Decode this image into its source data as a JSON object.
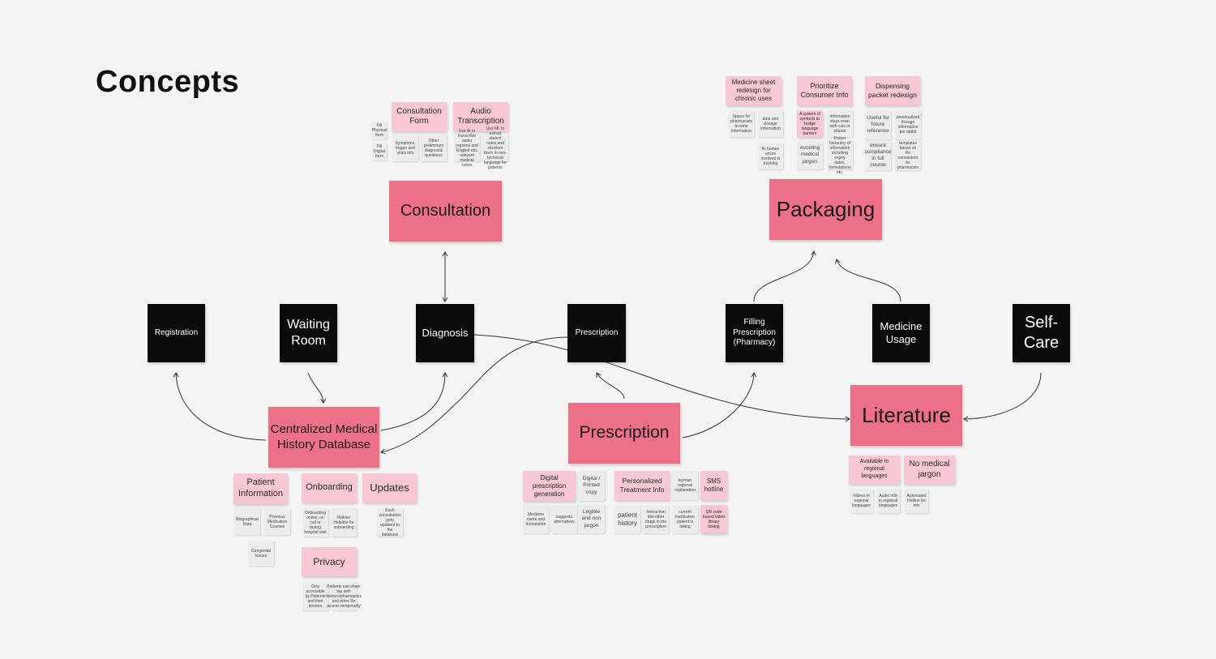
{
  "title": "Concepts",
  "colors": {
    "background": "#f4f4f4",
    "stage_note": "#0b0b0b",
    "concept_note": "#ec7188",
    "feature_note": "#f7c8d3",
    "detail_note": "#ececec",
    "arrow": "#333333"
  },
  "stages": {
    "registration": "Registration",
    "waiting_room": "Waiting Room",
    "diagnosis": "Diagnosis",
    "prescription": "Prescription",
    "filling": "Filling Prescription (Pharmacy)",
    "medicine_usage": "Medicine Usage",
    "self_care": "Self-Care"
  },
  "concepts": {
    "consultation": "Consultation",
    "packaging": "Packaging",
    "database": "Centralized Medical History Database",
    "prescription": "Prescription",
    "literature": "Literature"
  },
  "consultation_group": {
    "form": "Consultation Form",
    "audio": "Audio Transcription",
    "fill_physical": "Fill Physical form",
    "fill_digital": "Fill Digital form",
    "symptoms": "Symptoms, trigger and vitals info",
    "other_questions": "Other preliminary diagnostic questions",
    "audio_note_1": "Use AI to transcribe audio regional and English doc relevant medical notes",
    "audio_note_2": "Use ML to extract dialect notes and structure them in non-technical language for patients"
  },
  "packaging_group": {
    "medicine_sheet": "Medicine sheet redesign for chronic uses",
    "prioritize": "Prioritize Consumer Info",
    "dispensing": "Dispensing packet redesign",
    "space_pharmacists": "Space for pharmacists to write information",
    "date_dosage": "date and dosage information",
    "fix_errors": "fix human errors involved in tracking",
    "symbols": "A system of symbols to bridge language barriers",
    "info_stays": "information stays even with cuts in sheets",
    "avoid_jargon": "Avoiding medical jargon",
    "hierarchy": "Proper hierarchy of information including expiry dates, formulations etc.",
    "useful_reference": "Useful for future reference",
    "ensure_compliance": "ensure compliance in full course",
    "personalized_dosage": "personalized dosage information per tablet",
    "templates": "templates based on Rx convenient for pharmacies"
  },
  "database_group": {
    "patient_info": "Patient Information",
    "onboarding": "Onboarding",
    "updates": "Updates",
    "privacy": "Privacy",
    "biographical": "Biographical Data",
    "prev_meds": "Previous Medication Courses",
    "congenital": "Congenital Issues",
    "onboard_desc": "Onboarding online, on call or during hospital visit",
    "hotline": "Hotline/ Helpline for onboarding",
    "each_consult": "Each consultation gets updated to the database",
    "only_access": "Only accessible by Patients and their doctors",
    "patients_share": "Patients can share tap with doctors/pharmacies and other Rx access temporarily"
  },
  "prescription_group": {
    "digital_gen": "Digital prescription generation",
    "digital_copy": "Digital / Printed copy",
    "personalized": "Personalized Treatment Info",
    "layman": "layman regional explanation",
    "sms": "SMS hotline",
    "med_name": "Medicine name and formulation",
    "suggests": "suggests alternatives",
    "legible": "Legible and non jargon",
    "history": "patient history",
    "interaction": "Interaction btw other drugs in the prescription",
    "current_med": "current medication patient is taking",
    "qr": "QR code based video library linking"
  },
  "literature_group": {
    "regional": "Available in regional languages",
    "no_jargon": "No medical jargon",
    "videos": "Videos in regional languages",
    "audio_info": "Audio info in regional languages",
    "hotline_info": "Automated Hotline for info"
  }
}
